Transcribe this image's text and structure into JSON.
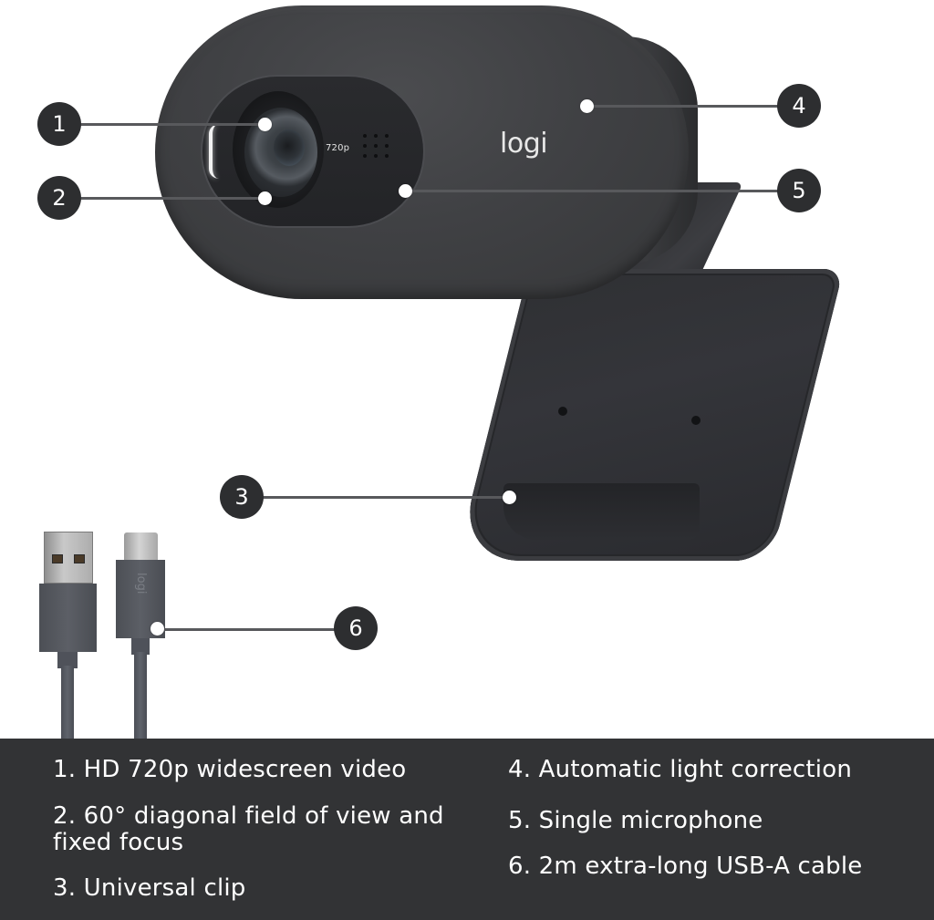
{
  "product": {
    "brand_logo": "logi",
    "resolution_label": "720p",
    "cable_logo": "logi"
  },
  "callouts": [
    {
      "number": "1",
      "target": "lens"
    },
    {
      "number": "2",
      "target": "lens-field-of-view"
    },
    {
      "number": "3",
      "target": "universal-clip"
    },
    {
      "number": "4",
      "target": "light-correction"
    },
    {
      "number": "5",
      "target": "microphone"
    },
    {
      "number": "6",
      "target": "usb-cable"
    }
  ],
  "features": {
    "left": [
      {
        "text": "1. HD 720p widescreen video"
      },
      {
        "text_line1": "2. 60° diagonal field of view and",
        "text_line2": "fixed focus"
      },
      {
        "text": "3. Universal clip"
      }
    ],
    "right": [
      {
        "text": "4. Automatic light correction"
      },
      {
        "text": "5. Single microphone"
      },
      {
        "text": "6. 2m extra-long USB-A cable"
      }
    ]
  },
  "colors": {
    "panel_bg": "#323335",
    "badge_bg": "#2d2e30",
    "device_body": "#404144",
    "callout_line": "#58595c",
    "text": "#ffffff"
  }
}
